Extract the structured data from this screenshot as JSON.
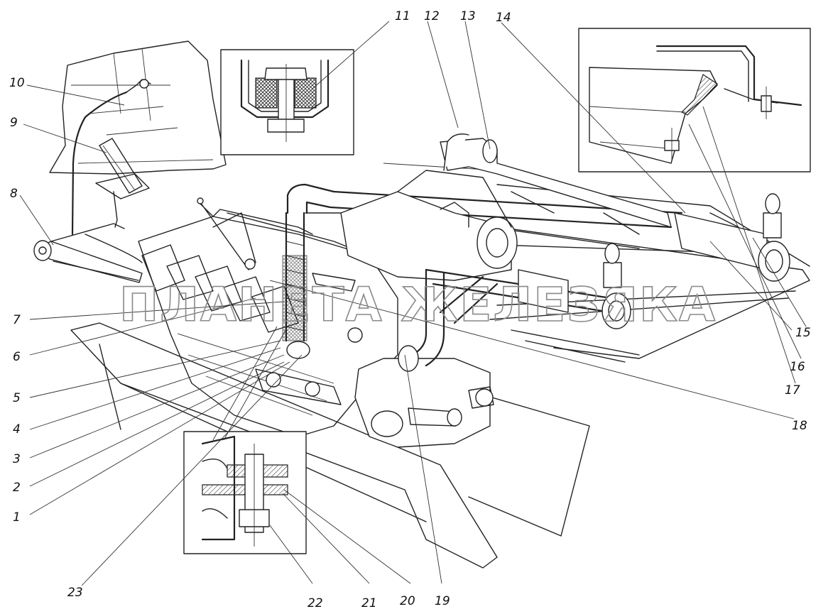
{
  "watermark": "ПЛАНЕТА ЖЕЛЕЗЯКА",
  "callouts": {
    "c1": "1",
    "c2": "2",
    "c3": "3",
    "c4": "4",
    "c5": "5",
    "c6": "6",
    "c7": "7",
    "c8": "8",
    "c9": "9",
    "c10": "10",
    "c11": "11",
    "c12": "12",
    "c13": "13",
    "c14": "14",
    "c15": "15",
    "c16": "16",
    "c17": "17",
    "c18": "18",
    "c19": "19",
    "c20": "20",
    "c21": "21",
    "c22": "22",
    "c23": "23"
  },
  "colors": {
    "ink": "#222222",
    "paper": "#ffffff",
    "watermark": "#8a8a8a"
  }
}
